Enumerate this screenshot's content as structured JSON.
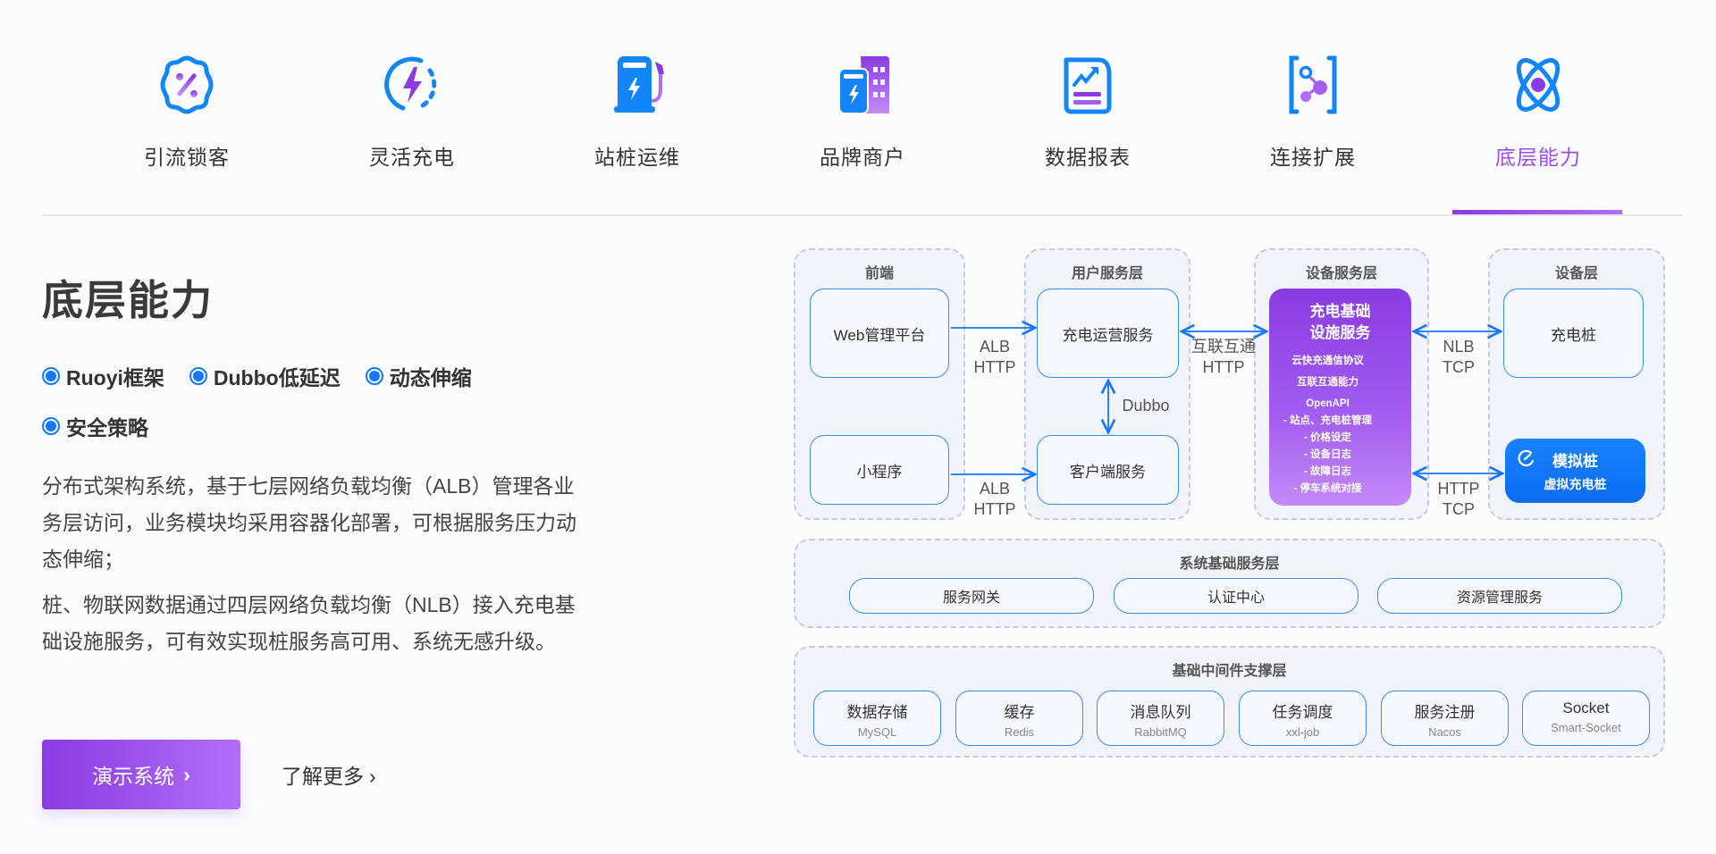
{
  "tabs": [
    {
      "label": "引流锁客",
      "icon": "discount-badge-icon",
      "active": false
    },
    {
      "label": "灵活充电",
      "icon": "lightning-charge-icon",
      "active": false
    },
    {
      "label": "站桩运维",
      "icon": "charging-pile-icon",
      "active": false
    },
    {
      "label": "品牌商户",
      "icon": "charging-building-icon",
      "active": false
    },
    {
      "label": "数据报表",
      "icon": "report-chart-icon",
      "active": false
    },
    {
      "label": "连接扩展",
      "icon": "connection-nodes-icon",
      "active": false
    },
    {
      "label": "底层能力",
      "icon": "atom-icon",
      "active": true
    }
  ],
  "colors": {
    "accent_purple": "#9b4de8",
    "accent_blue": "#1677ff",
    "gradient_start": "#8a3be3",
    "gradient_end": "#b26ef7"
  },
  "main": {
    "title": "底层能力",
    "features": [
      "Ruoyi框架",
      "Dubbo低延迟",
      "动态伸缩",
      "安全策略"
    ],
    "paragraphs": [
      "分布式架构系统，基于七层网络负载均衡（ALB）管理各业务层访问，业务模块均采用容器化部署，可根据服务压力动态伸缩；",
      "桩、物联网数据通过四层网络负载均衡（NLB）接入充电基础设施服务，可有效实现桩服务高可用、系统无感升级。"
    ],
    "demo_button": "演示系统",
    "more_link": "了解更多"
  },
  "diagram": {
    "groups": {
      "frontend": "前端",
      "user_service": "用户服务层",
      "device_service": "设备服务层",
      "device": "设备层",
      "system_base": "系统基础服务层",
      "middleware": "基础中间件支撑层"
    },
    "nodes": {
      "web_admin": "Web管理平台",
      "mini_program": "小程序",
      "charging_ops": "充电运营服务",
      "client_service": "客户端服务",
      "infra_title_1": "充电基础",
      "infra_title_2": "设施服务",
      "infra_items": [
        "云快充通信协议",
        "互联互通能力",
        "OpenAPI",
        "- 站点、充电桩管理",
        "- 价格设定",
        "- 设备日志",
        "- 故障日志",
        "- 停车系统对接"
      ],
      "charging_pile": "充电桩",
      "sim_pile_title": "模拟桩",
      "sim_pile_sub": "虚拟充电桩"
    },
    "edges": {
      "web_to_ops_1": "ALB",
      "web_to_ops_2": "HTTP",
      "mini_to_client_1": "ALB",
      "mini_to_client_2": "HTTP",
      "ops_client": "Dubbo",
      "ops_infra_1": "互联互通",
      "ops_infra_2": "HTTP",
      "infra_pile_1": "NLB",
      "infra_pile_2": "TCP",
      "infra_sim_1": "HTTP",
      "infra_sim_2": "TCP"
    },
    "system_base_items": [
      "服务网关",
      "认证中心",
      "资源管理服务"
    ],
    "middleware_items": [
      {
        "name": "数据存储",
        "tech": "MySQL"
      },
      {
        "name": "缓存",
        "tech": "Redis"
      },
      {
        "name": "消息队列",
        "tech": "RabbitMQ"
      },
      {
        "name": "任务调度",
        "tech": "xxl-job"
      },
      {
        "name": "服务注册",
        "tech": "Nacos"
      },
      {
        "name": "Socket",
        "tech": "Smart-Socket"
      }
    ]
  }
}
